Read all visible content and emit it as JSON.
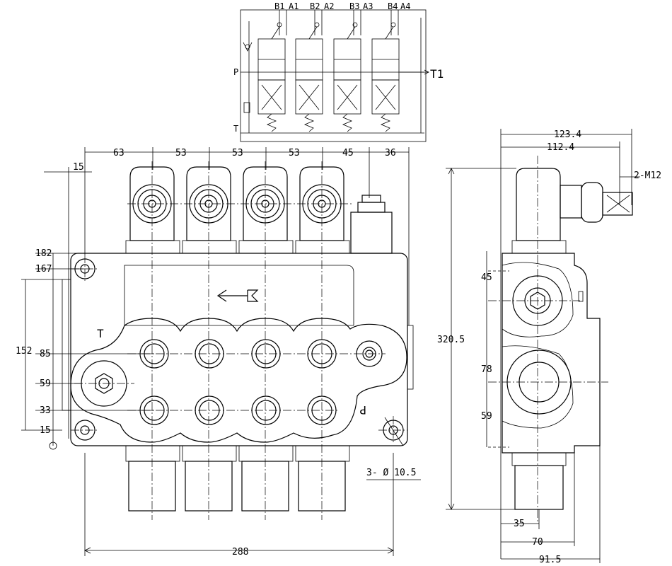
{
  "schematic": {
    "ports_top": [
      "B1",
      "A1",
      "B2",
      "A2",
      "B3",
      "A3",
      "B4",
      "A4"
    ],
    "port_p": "P",
    "port_t": "T",
    "port_t1": "T1"
  },
  "front_view": {
    "dims_top": [
      "63",
      "53",
      "53",
      "53",
      "45",
      "36"
    ],
    "dim_left_offset": "15",
    "dims_left": [
      "182",
      "167",
      "152",
      "85",
      "59",
      "33",
      "15"
    ],
    "dim_bottom": "288",
    "mark_t": "T",
    "mark_p": "P",
    "hole_note": "3- Ø 10.5"
  },
  "side_view": {
    "dims_top": [
      "123.4",
      "112.4"
    ],
    "thread_note": "2-M12",
    "dim_height": "320.5",
    "dims_left": [
      "45",
      "78",
      "59"
    ],
    "dims_bottom": [
      "35",
      "70",
      "91.5"
    ]
  }
}
